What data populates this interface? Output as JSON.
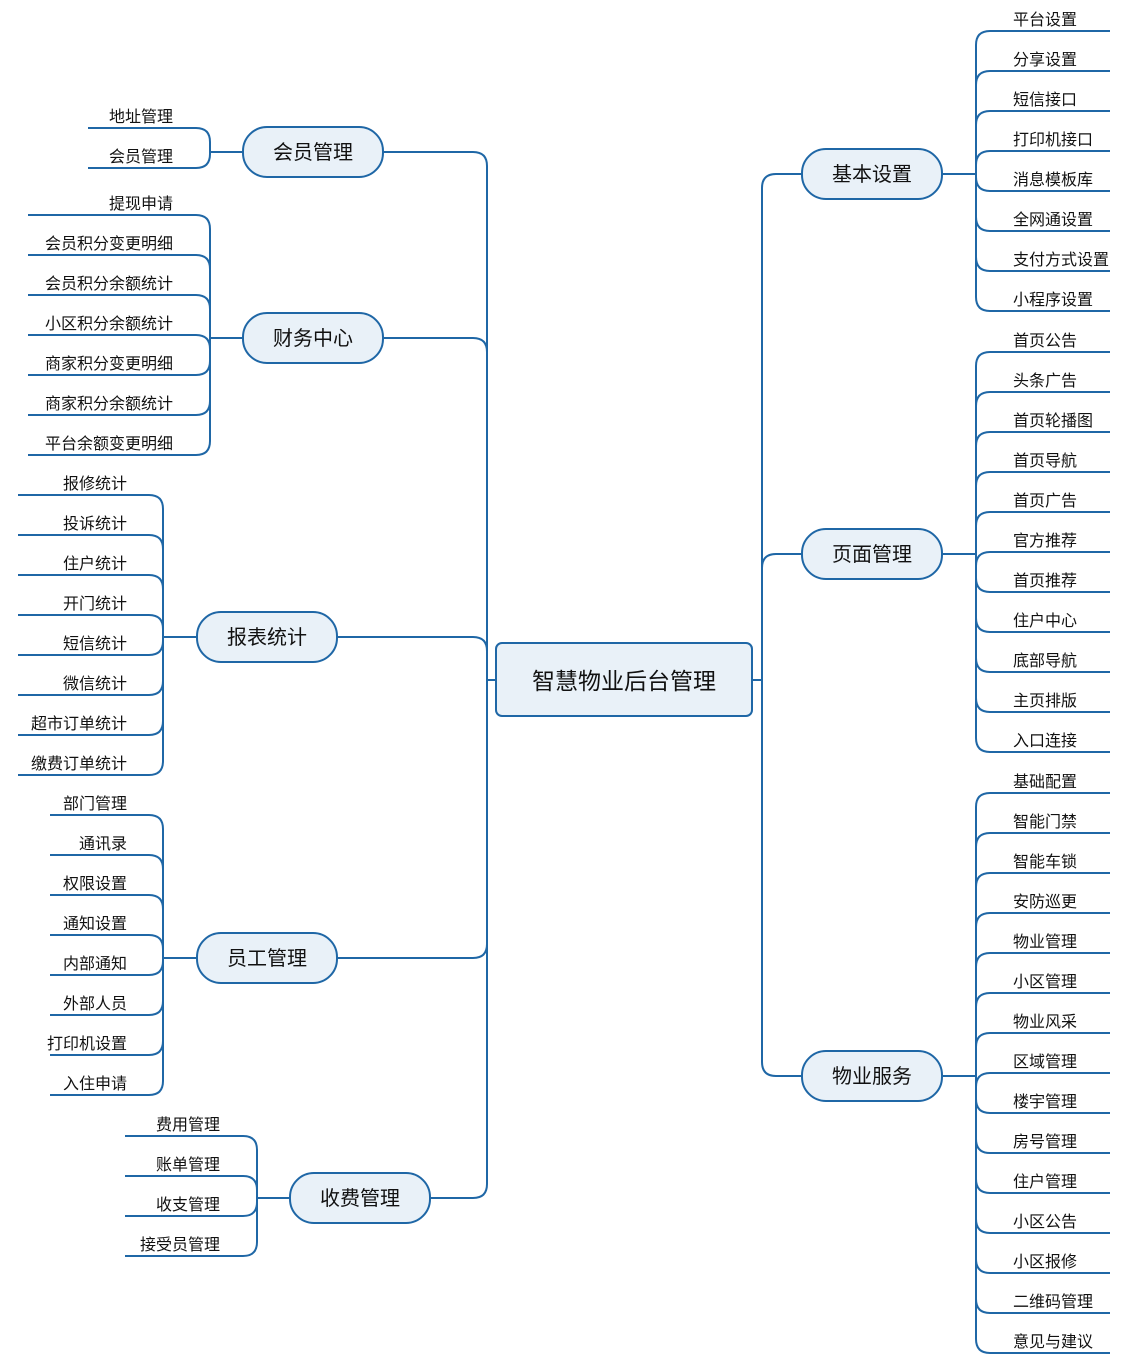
{
  "colors": {
    "line": "#1f67a6",
    "box_fill": "#e9f1f8",
    "text": "#111111",
    "background": "#ffffff"
  },
  "root": {
    "label": "智慧物业后台管理"
  },
  "branches": [
    {
      "id": "member",
      "label": "会员管理",
      "side": "left",
      "children": [
        "地址管理",
        "会员管理"
      ]
    },
    {
      "id": "finance",
      "label": "财务中心",
      "side": "left",
      "children": [
        "提现申请",
        "会员积分变更明细",
        "会员积分余额统计",
        "小区积分余额统计",
        "商家积分变更明细",
        "商家积分余额统计",
        "平台余额变更明细"
      ]
    },
    {
      "id": "report",
      "label": "报表统计",
      "side": "left",
      "children": [
        "报修统计",
        "投诉统计",
        "住户统计",
        "开门统计",
        "短信统计",
        "微信统计",
        "超市订单统计",
        "缴费订单统计"
      ]
    },
    {
      "id": "staff",
      "label": "员工管理",
      "side": "left",
      "children": [
        "部门管理",
        "通讯录",
        "权限设置",
        "通知设置",
        "内部通知",
        "外部人员",
        "打印机设置",
        "入住申请"
      ]
    },
    {
      "id": "fee",
      "label": "收费管理",
      "side": "left",
      "children": [
        "费用管理",
        "账单管理",
        "收支管理",
        "接受员管理"
      ]
    },
    {
      "id": "basic",
      "label": "基本设置",
      "side": "right",
      "children": [
        "平台设置",
        "分享设置",
        "短信接口",
        "打印机接口",
        "消息模板库",
        "全网通设置",
        "支付方式设置",
        "小程序设置"
      ]
    },
    {
      "id": "page",
      "label": "页面管理",
      "side": "right",
      "children": [
        "首页公告",
        "头条广告",
        "首页轮播图",
        "首页导航",
        "首页广告",
        "官方推荐",
        "首页推荐",
        "住户中心",
        "底部导航",
        "主页排版",
        "入口连接"
      ]
    },
    {
      "id": "property",
      "label": "物业服务",
      "side": "right",
      "children": [
        "基础配置",
        "智能门禁",
        "智能车锁",
        "安防巡更",
        "物业管理",
        "小区管理",
        "物业风采",
        "区域管理",
        "楼宇管理",
        "房号管理",
        "住户管理",
        "小区公告",
        "小区报修",
        "二维码管理",
        "意见与建议"
      ]
    }
  ]
}
